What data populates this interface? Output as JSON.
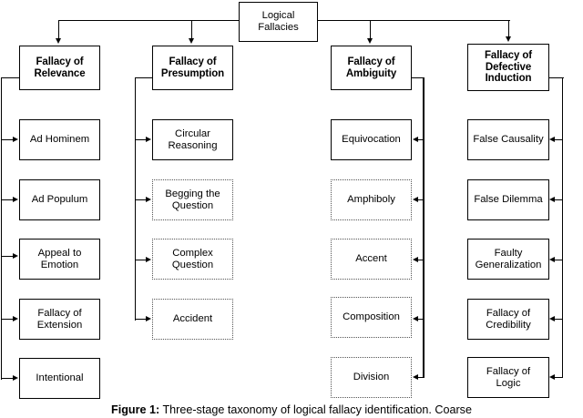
{
  "figure": {
    "caption_label": "Figure 1:",
    "caption_text": "Three-stage taxonomy of logical fallacy identification.  Coarse"
  },
  "root": {
    "label": "Logical\nFallacies"
  },
  "columns": [
    {
      "header": "Fallacy of\nRelevance",
      "header_style": "solid",
      "arrow_side": "right",
      "leaves": [
        {
          "label": "Ad Hominem",
          "style": "solid"
        },
        {
          "label": "Ad Populum",
          "style": "solid"
        },
        {
          "label": "Appeal to\nEmotion",
          "style": "solid"
        },
        {
          "label": "Fallacy of\nExtension",
          "style": "solid"
        },
        {
          "label": "Intentional",
          "style": "solid"
        }
      ]
    },
    {
      "header": "Fallacy of\nPresumption",
      "header_style": "solid",
      "arrow_side": "right",
      "leaves": [
        {
          "label": "Circular\nReasoning",
          "style": "solid"
        },
        {
          "label": "Begging the\nQuestion",
          "style": "dotted"
        },
        {
          "label": "Complex\nQuestion",
          "style": "dotted"
        },
        {
          "label": "Accident",
          "style": "dotted"
        }
      ]
    },
    {
      "header": "Fallacy of\nAmbiguity",
      "header_style": "solid",
      "arrow_side": "left",
      "leaves": [
        {
          "label": "Equivocation",
          "style": "solid"
        },
        {
          "label": "Amphiboly",
          "style": "dotted"
        },
        {
          "label": "Accent",
          "style": "dotted"
        },
        {
          "label": "Composition",
          "style": "dotted"
        },
        {
          "label": "Division",
          "style": "dotted"
        }
      ]
    },
    {
      "header": "Fallacy of\nDefective\nInduction",
      "header_style": "solid",
      "arrow_side": "left",
      "leaves": [
        {
          "label": "False Causality",
          "style": "solid"
        },
        {
          "label": "False Dilemma",
          "style": "solid"
        },
        {
          "label": "Faulty\nGeneralization",
          "style": "solid"
        },
        {
          "label": "Fallacy of\nCredibility",
          "style": "solid"
        },
        {
          "label": "Fallacy of\nLogic",
          "style": "solid"
        }
      ]
    }
  ],
  "colors": {
    "line": "#000000",
    "dotted_border": "#555555",
    "background": "#ffffff"
  }
}
